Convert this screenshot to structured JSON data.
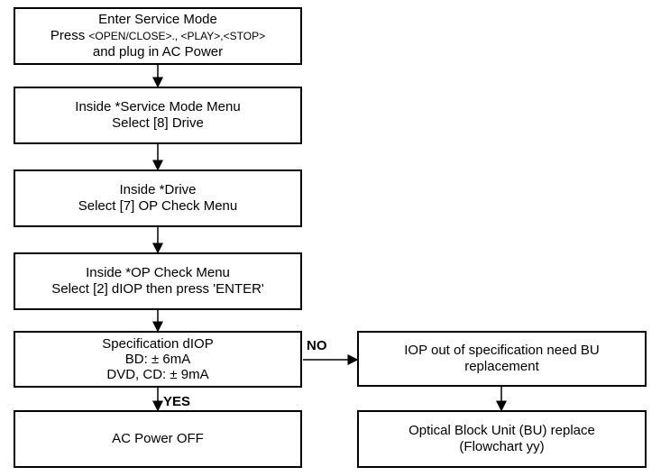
{
  "boxes": {
    "enter_service": {
      "line1": "Enter Service Mode",
      "line2_prefix": "Press ",
      "line2_keys": "<OPEN/CLOSE>., <PLAY>,<STOP>",
      "line3": "and plug in AC Power"
    },
    "service_menu": {
      "line1": "Inside *Service Mode Menu",
      "line2": "Select [8] Drive"
    },
    "drive": {
      "line1": "Inside *Drive",
      "line2": "Select [7] OP Check Menu"
    },
    "op_check": {
      "line1": "Inside *OP Check Menu",
      "line2": "Select [2] dIOP then press 'ENTER'"
    },
    "spec": {
      "line1": "Specification dIOP",
      "line2": "BD: ± 6mA",
      "line3": "DVD, CD: ± 9mA"
    },
    "ac_off": {
      "line1": "AC Power OFF"
    },
    "iop_out": {
      "line1": "IOP out of specification need BU",
      "line2": "replacement"
    },
    "bu_replace": {
      "line1": "Optical Block Unit (BU) replace",
      "line2": "(Flowchart yy)"
    }
  },
  "labels": {
    "no": "NO",
    "yes": "YES"
  }
}
